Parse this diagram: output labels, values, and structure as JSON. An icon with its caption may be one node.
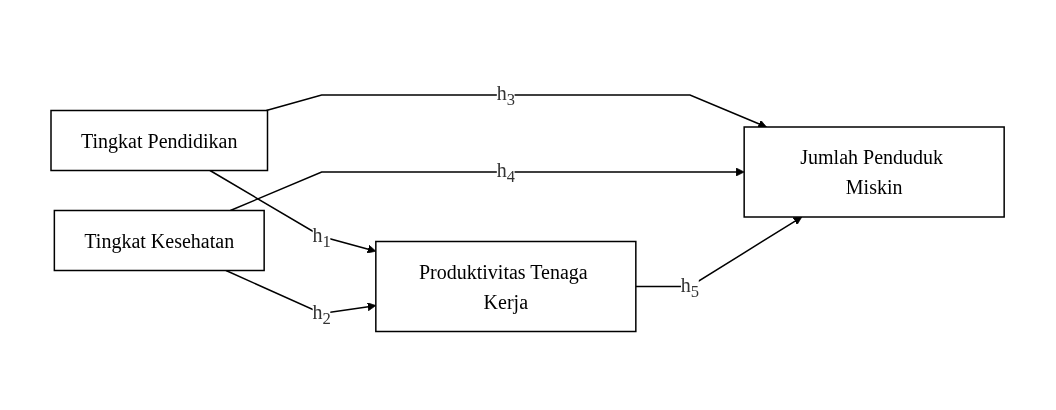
{
  "diagram": {
    "nodes": [
      {
        "text": [
          "Tingkat Pendidikan"
        ]
      },
      {
        "text": [
          "Produktivitas Tenaga Kerja"
        ]
      },
      {
        "text": [
          "Jumlah Penduduk Miskin"
        ]
      },
      {
        "text": [
          "Tingkat Kesehatan"
        ]
      }
    ],
    "edges": [
      {
        "from": 0,
        "to": 1,
        "arrow": "to",
        "label": "h$_{1}$"
      },
      {
        "from": 3,
        "to": 1,
        "arrow": "to",
        "label": "h$_{2}$"
      },
      {
        "from": 0,
        "to": 2,
        "arrow": "to",
        "label": "h$_{3}$"
      },
      {
        "from": 3,
        "to": 2,
        "arrow": "to",
        "label": "h$_{4}$"
      },
      {
        "from": 1,
        "to": 2,
        "arrow": "to",
        "label": "h$_{5}$"
      }
    ]
  }
}
